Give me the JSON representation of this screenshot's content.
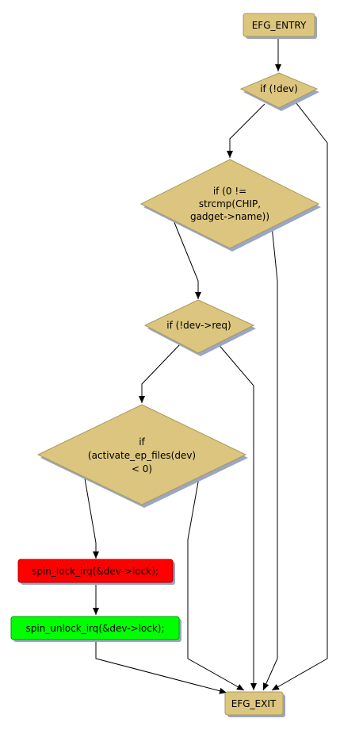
{
  "colors": {
    "node_fill": "#dcc57e",
    "node_stroke": "#a89a5a",
    "shadow": "#9aa6c4",
    "lock_fill": "#ff0000",
    "unlock_fill": "#00ff00",
    "edge": "#000000"
  },
  "nodes": {
    "entry": {
      "label": "EFG_ENTRY"
    },
    "if_dev": {
      "label": "if (!dev)"
    },
    "if_strcmp": {
      "lines": [
        "if (0 !=",
        "strcmp(CHIP,",
        "gadget->name))"
      ]
    },
    "if_req": {
      "label": "if (!dev->req)"
    },
    "if_activate": {
      "lines": [
        "if",
        "(activate_ep_files(dev)",
        "< 0)"
      ]
    },
    "spin_lock": {
      "label": "spin_lock_irq(&dev->lock);"
    },
    "spin_unlock": {
      "label": "spin_unlock_irq(&dev->lock);"
    },
    "exit": {
      "label": "EFG_EXIT"
    }
  }
}
